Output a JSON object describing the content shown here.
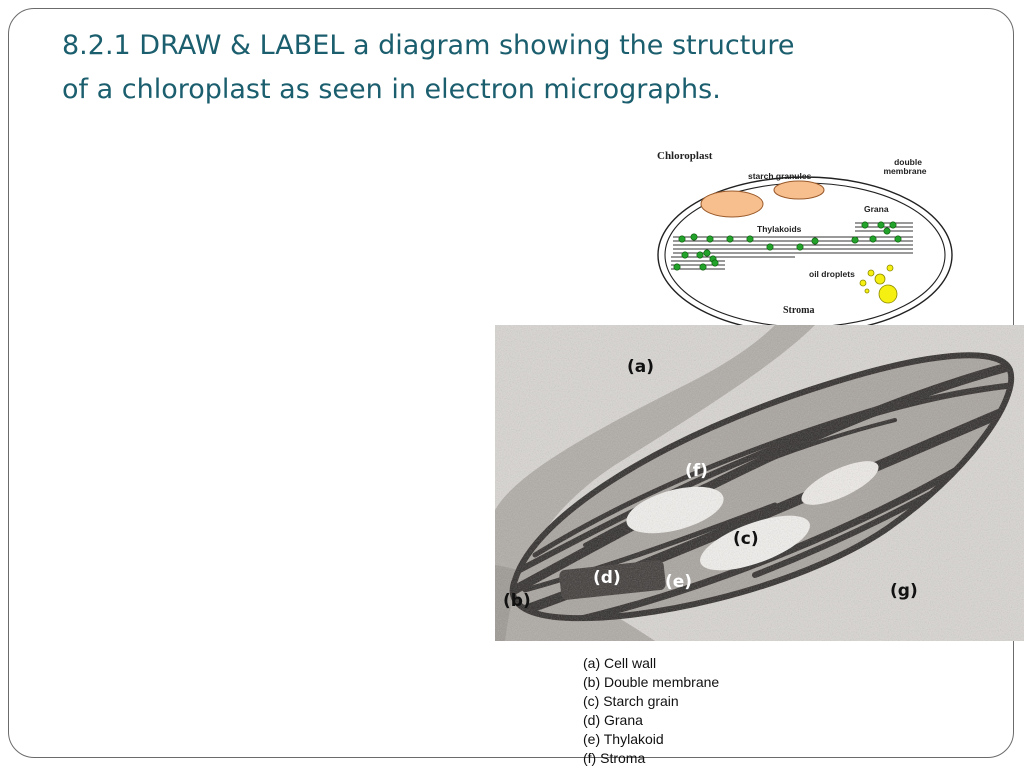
{
  "slide": {
    "title_line1": "8.2.1 DRAW & LABEL a diagram showing the structure",
    "title_line2": "of a chloroplast as seen in electron micrographs.",
    "title_color": "#1b5e6e"
  },
  "diagram": {
    "heading": "Chloroplast",
    "starch": "starch granules",
    "double_membrane_line1": "double",
    "double_membrane_line2": "membrane",
    "grana": "Grana",
    "thylakoids": "Thylakoids",
    "oil_droplets": "oil droplets",
    "stroma": "Stroma",
    "colors": {
      "starch": "#f7be8e",
      "thylakoid_dot": "#22a22a",
      "oil_droplet": "#f5ef12"
    }
  },
  "micrograph": {
    "labels": {
      "a": "(a)",
      "b": "(b)",
      "c": "(c)",
      "d": "(d)",
      "e": "(e)",
      "f": "(f)",
      "g": "(g)"
    }
  },
  "legend": [
    "(a) Cell wall",
    "(b) Double membrane",
    "(c) Starch grain",
    "(d) Grana",
    "(e) Thylakoid",
    "(f) Stroma"
  ]
}
